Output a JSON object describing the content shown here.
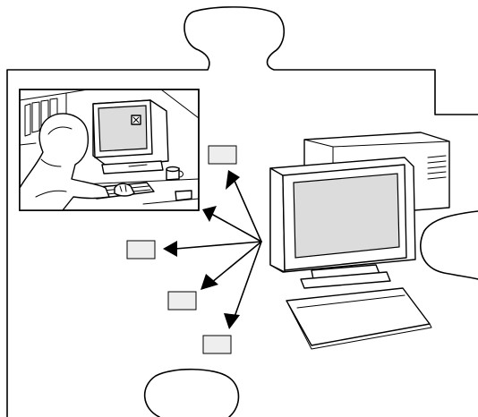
{
  "figure": {
    "kind": "puzzle-piece illustration of a computer workstation",
    "colors": {
      "stroke": "#000000",
      "background": "#ffffff",
      "label_box": "#eeeeee",
      "screen": "#dcdcdc"
    },
    "icons": [
      "puzzle-piece-outline",
      "user-at-computer-inset",
      "desktop-computer",
      "arrow-icon"
    ],
    "callouts": [
      {
        "id": "callout-1",
        "text": ""
      },
      {
        "id": "callout-2",
        "text": ""
      },
      {
        "id": "callout-3",
        "text": ""
      },
      {
        "id": "callout-4",
        "text": ""
      },
      {
        "id": "callout-5",
        "text": ""
      }
    ]
  }
}
